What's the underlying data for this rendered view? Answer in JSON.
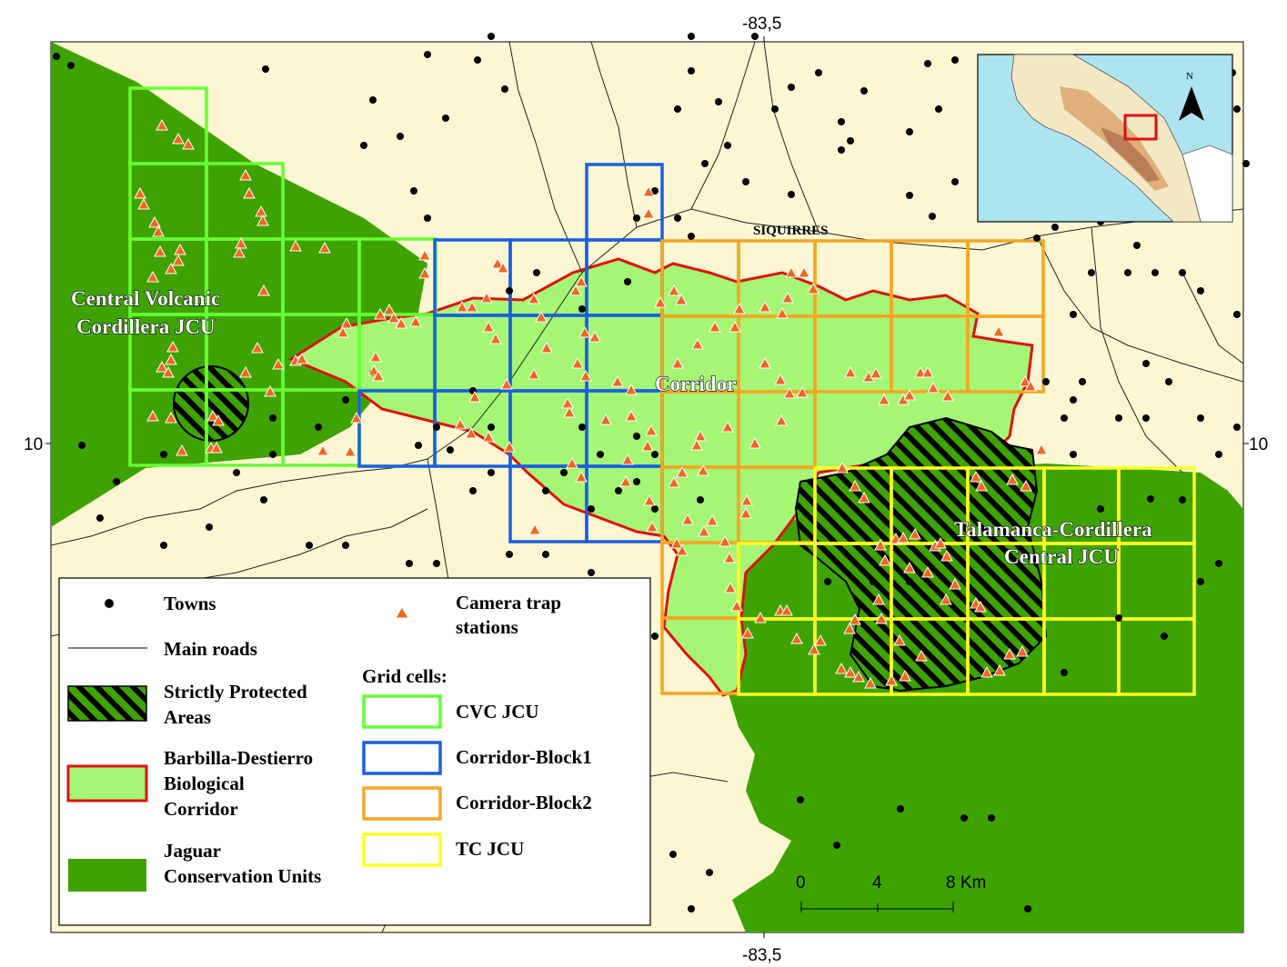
{
  "coordinates": {
    "top_lon": "-83,5",
    "bottom_lon": "-83,5",
    "left_lat": "10",
    "right_lat": "10"
  },
  "labels": {
    "siquirres": "SIQUIRRES",
    "cvc_line1": "Central Volcanic",
    "cvc_line2": "Cordillera JCU",
    "corridor": "Corridor",
    "tc_line1": "Talamanca-Cordillera",
    "tc_line2": "Central JCU"
  },
  "inset": {
    "north_letter": "N"
  },
  "legend": {
    "towns": "Towns",
    "camera_line1": "Camera trap",
    "camera_line2": "stations",
    "roads": "Main roads",
    "spa_line1": "Strictly Protected",
    "spa_line2": "Areas",
    "bdbc_line1": "Barbilla-Destierro",
    "bdbc_line2": "Biological",
    "bdbc_line3": "Corridor",
    "jcu_line1": "Jaguar",
    "jcu_line2": "Conservation Units",
    "grid_title": "Grid cells:",
    "grid_cvc": "CVC JCU",
    "grid_b1": "Corridor-Block1",
    "grid_b2": "Corridor-Block2",
    "grid_tc": "TC JCU"
  },
  "scale": {
    "t0": "0",
    "t4": "4",
    "t8": "8 Km"
  },
  "colors": {
    "background": "#fdf6d2",
    "jcu": "#3ea300",
    "corridor_fill": "#a4f674",
    "corridor_line": "#e01010",
    "grid_cvc": "#66ff33",
    "grid_block1": "#1a5fe0",
    "grid_block2": "#f5a623",
    "grid_tc": "#ffff22",
    "camera": "#f2661e",
    "town": "#000000"
  }
}
